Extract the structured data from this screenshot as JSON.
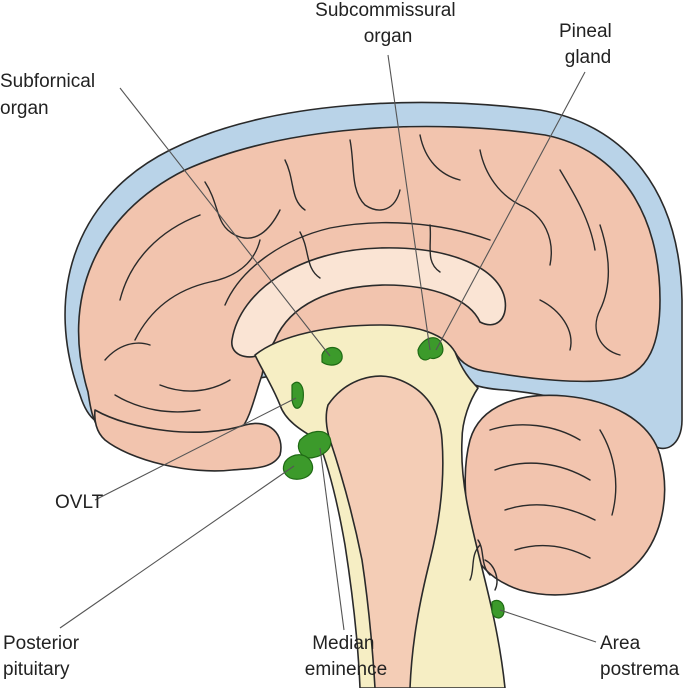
{
  "labels": {
    "subfornical": [
      "Subfornical",
      "organ"
    ],
    "subcommissural": [
      "Subcommissural",
      "organ"
    ],
    "pineal": [
      "Pineal",
      "gland"
    ],
    "ovlt": [
      "OVLT"
    ],
    "posterior_pituitary": [
      "Posterior",
      "pituitary"
    ],
    "median_eminence": [
      "Median",
      "eminence"
    ],
    "area_postrema": [
      "Area",
      "postrema"
    ]
  },
  "colors": {
    "skull": "#b9d3e8",
    "skull_edge": "#6f9cc4",
    "brain": "#f2c4ae",
    "white_matter": "#fae4d4",
    "ventricle": "#f6eec4",
    "brainstem": "#f4cdb6",
    "organ_green": "#3c9a2b",
    "organ_green_dark": "#1f6a14",
    "line": "#2a2a2a"
  }
}
